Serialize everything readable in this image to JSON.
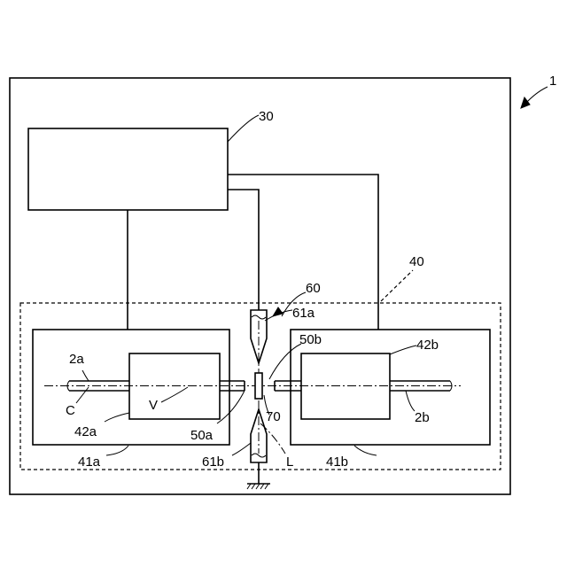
{
  "labels": {
    "device": "1",
    "controller": "30",
    "unit": "40",
    "electrodes": "60",
    "electrode_top": "61a",
    "electrode_bottom": "61b",
    "fiber_left": "2a",
    "fiber_right": "2b",
    "holder_left": "42a",
    "holder_right": "42b",
    "stage_left": "41a",
    "stage_right": "41b",
    "end_left": "50a",
    "end_right": "50b",
    "gap": "70",
    "axis_c": "C",
    "axis_v": "V",
    "axis_l": "L"
  }
}
